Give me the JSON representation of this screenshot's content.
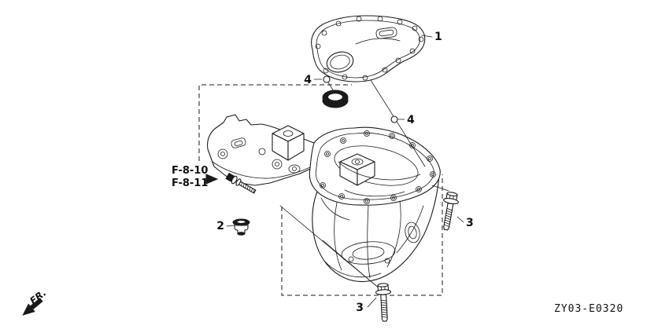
{
  "diagram": {
    "code": "ZY03-E0320",
    "front_indicator": "FR.",
    "callouts": {
      "part1": "1",
      "part2": "2",
      "part3_right": "3",
      "part3_bottom": "3",
      "part4_upper": "4",
      "part4_lower": "4"
    },
    "cross_references": {
      "line1": "F-8-10",
      "line2": "F-8-11"
    }
  }
}
